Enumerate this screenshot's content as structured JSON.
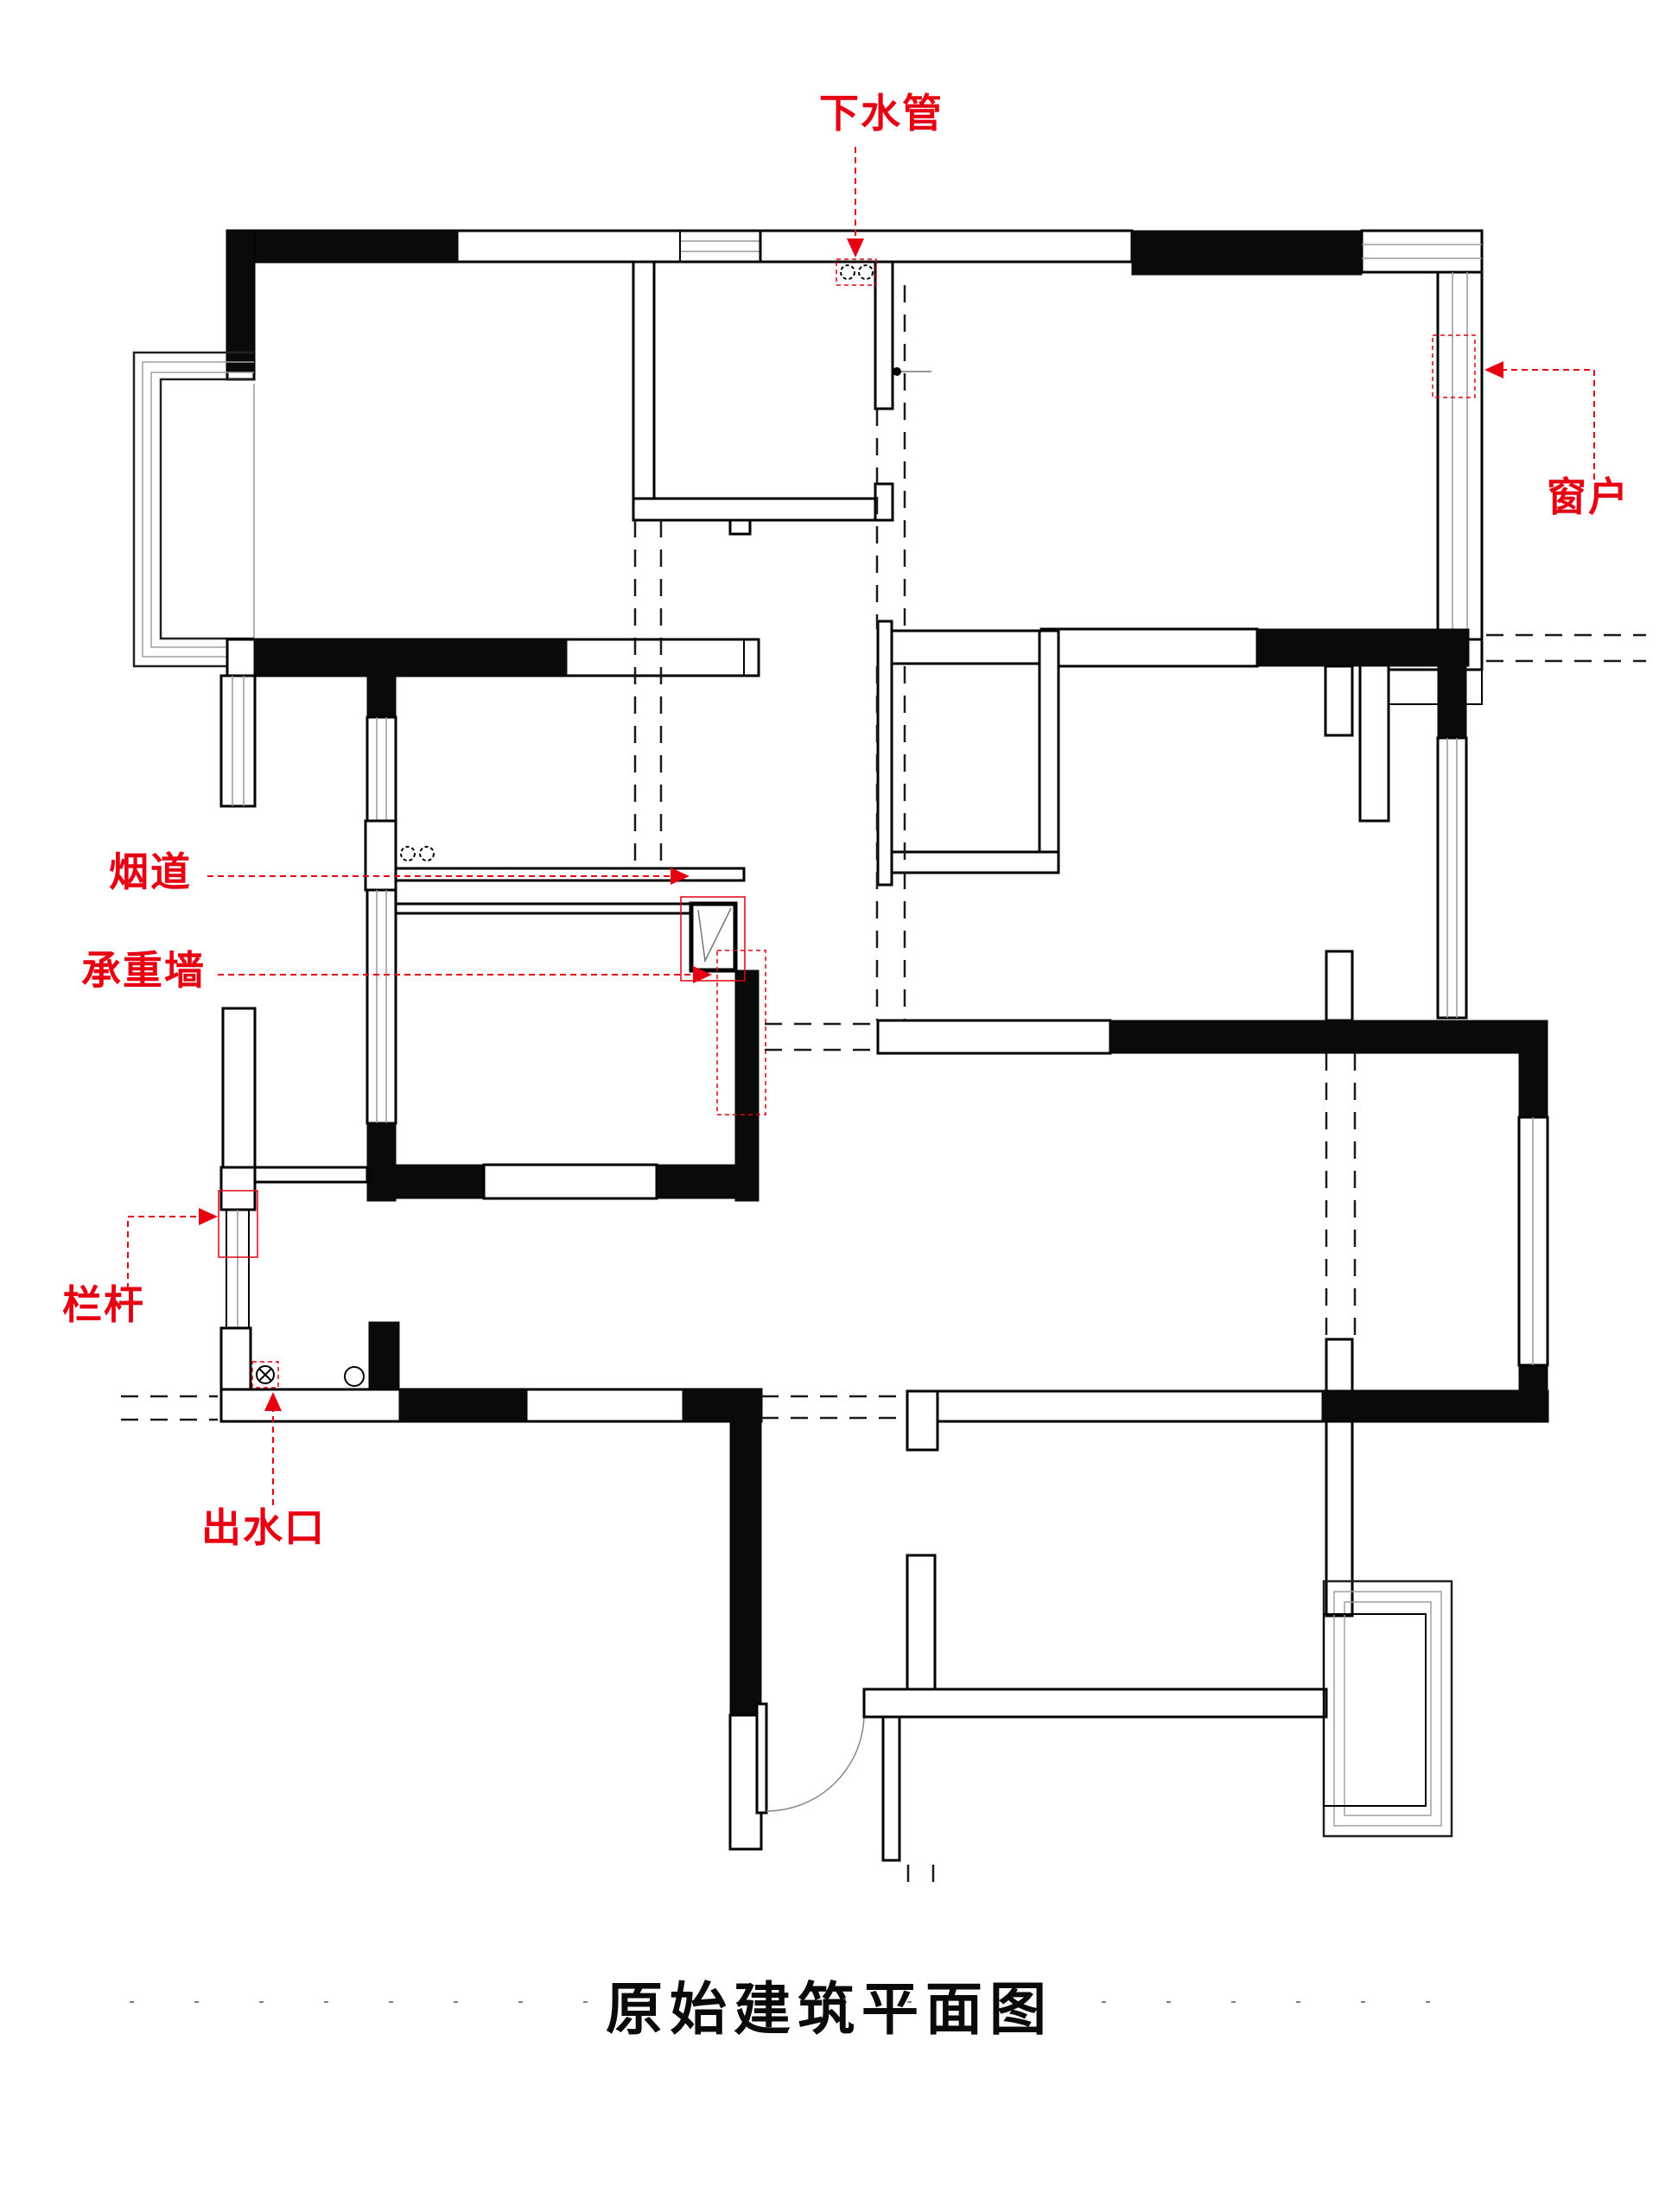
{
  "title": {
    "text": "原始建筑平面图"
  },
  "annotations": {
    "drain_pipe": {
      "label": "下水管"
    },
    "window": {
      "label": "窗户"
    },
    "flue": {
      "label": "烟道"
    },
    "load_bearing_wall": {
      "label": "承重墙"
    },
    "railing": {
      "label": "栏杆"
    },
    "water_outlet": {
      "label": "出水口"
    }
  },
  "colors": {
    "annotation_red": "#e60012",
    "wall_black": "#0a0a0a",
    "window_line_gray": "#9a9a9a",
    "background": "#ffffff"
  },
  "legend_icons": [
    "drain-pipe-circles-icon",
    "window-highlight-icon",
    "flue-box-icon",
    "load-bearing-wall-highlight-icon",
    "railing-highlight-icon",
    "water-outlet-cross-circle-icon",
    "floor-drain-circle-icon",
    "entry-door-arc-icon"
  ]
}
